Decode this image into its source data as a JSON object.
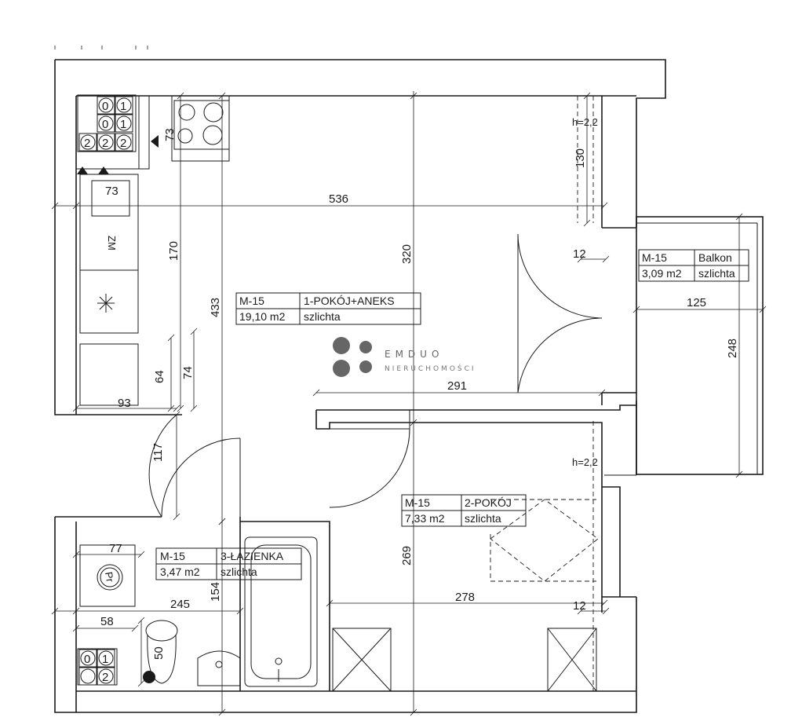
{
  "rooms": [
    {
      "code": "M-15",
      "name": "1-POKÓJ+ANEKS",
      "area": "19,10 m2",
      "finish": "szlichta"
    },
    {
      "code": "M-15",
      "name": "2-POKÓJ",
      "area": "7,33 m2",
      "finish": "szlichta"
    },
    {
      "code": "M-15",
      "name": "3-ŁAZIENKA",
      "area": "3,47 m2",
      "finish": "szlichta"
    },
    {
      "code": "M-15",
      "name": "Balkon",
      "area": "3,09 m2",
      "finish": "szlichta"
    }
  ],
  "logo": {
    "word": "EMDUO",
    "sub": "NIERUCHOMOŚCI"
  },
  "heights": {
    "room1": "h=2,2",
    "room2": "h=2,2"
  },
  "dimensions": {
    "d536": "536",
    "d320": "320",
    "d433": "433",
    "d170": "170",
    "d130": "130",
    "d73a": "73",
    "d73b": "73",
    "d12a": "12",
    "d12b": "12",
    "d125": "125",
    "d248": "248",
    "d291": "291",
    "d64": "64",
    "d74": "74",
    "d93": "93",
    "d117": "117",
    "d77": "77",
    "d245": "245",
    "d154": "154",
    "d269": "269",
    "d278": "278",
    "d58": "58",
    "d50": "50"
  },
  "symbols": {
    "zm": "ZM",
    "pr": "Pr",
    "meter_top": [
      "0",
      "1",
      "0",
      "1",
      "2",
      "2",
      "2"
    ],
    "meter_bottom": [
      "0",
      "1",
      "2"
    ]
  }
}
